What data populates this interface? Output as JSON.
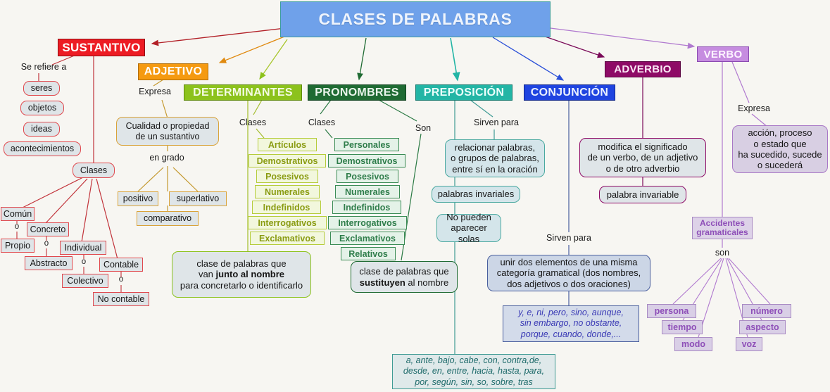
{
  "title": "CLASES DE PALABRAS",
  "palette": {
    "background": "#f7f6f2",
    "title_fill": "#6fa1ea",
    "title_border": "#3a9b9b",
    "sustantivo": "#ed1c24",
    "adjetivo": "#f59a11",
    "determinantes": "#8cc21c",
    "pronombres": "#1f6b33",
    "preposicion": "#23b5a5",
    "conjuncion": "#1f44e0",
    "adverbio": "#8e0a66",
    "verbo": "#c68ce0",
    "box_fill": "#dfe5e8"
  },
  "headers": {
    "sustantivo": "SUSTANTIVO",
    "adjetivo": "ADJETIVO",
    "determinantes": "DETERMINANTES",
    "pronombres": "PRONOMBRES",
    "preposicion": "PREPOSICIÓN",
    "conjuncion": "CONJUNCIÓN",
    "adverbio": "ADVERBIO",
    "verbo": "VERBO"
  },
  "sustantivo": {
    "link_refiere": "Se refiere a",
    "refiere_items": [
      "seres",
      "objetos",
      "ideas",
      "acontecimientos"
    ],
    "link_clases": "Clases",
    "classes": [
      "Común",
      "Concreto",
      "Individual",
      "Contable"
    ],
    "opposites": [
      "Propio",
      "Abstracto",
      "Colectivo",
      "No contable"
    ],
    "o_label": "o"
  },
  "adjetivo": {
    "link_expresa": "Expresa",
    "definition": "Cualidad o propiedad\nde un sustantivo",
    "link_grado": "en grado",
    "grados": [
      "positivo",
      "comparativo",
      "superlativo"
    ]
  },
  "determinantes": {
    "link_clases": "Clases",
    "clases": [
      "Artículos",
      "Demostrativos",
      "Posesivos",
      "Numerales",
      "Indefinidos",
      "Interrogativos",
      "Exclamativos"
    ],
    "definition_pre": "clase de palabras que",
    "definition_mid_light": "van ",
    "definition_mid_bold": "junto al nombre",
    "definition_post": "para concretarlo o identificarlo"
  },
  "pronombres": {
    "link_clases": "Clases",
    "link_son": "Son",
    "clases": [
      "Personales",
      "Demostrativos",
      "Posesivos",
      "Numerales",
      "Indefinidos",
      "Interrogativos",
      "Exclamativos",
      "Relativos"
    ],
    "definition_pre": "clase de palabras que",
    "definition_bold": "sustituyen",
    "definition_post": " al nombre"
  },
  "preposicion": {
    "link_sirven": "Sirven para",
    "boxes": [
      "relacionar palabras,\no grupos de palabras,\nentre sí en la oración",
      "palabras invariales",
      "No pueden\naparecer solas"
    ],
    "list": "a, ante, bajo, cabe, con, contra,de,\ndesde, en, entre, hacia, hasta, para,\npor, según, sin, so, sobre, tras"
  },
  "conjuncion": {
    "link_sirven": "Sirven para",
    "definition": "unir dos elementos de una misma\ncategoría gramatical (dos nombres,\ndos adjetivos o dos oraciones)",
    "list": "y, e, ni, pero, sino, aunque,\nsin embargo, no obstante,\nporque, cuando, donde,..."
  },
  "adverbio": {
    "definition": "modifica el significado\nde un verbo, de un adjetivo\no de otro adverbio",
    "property": "palabra invariable"
  },
  "verbo": {
    "link_expresa": "Expresa",
    "definition": "acción, proceso\no estado que\nha sucedido, sucede\no sucederá",
    "accidentes_line1": "Accidentes",
    "accidentes_line2": "gramaticales",
    "link_son": "son",
    "accidentes": [
      "persona",
      "tiempo",
      "modo",
      "voz",
      "aspecto",
      "número"
    ]
  }
}
